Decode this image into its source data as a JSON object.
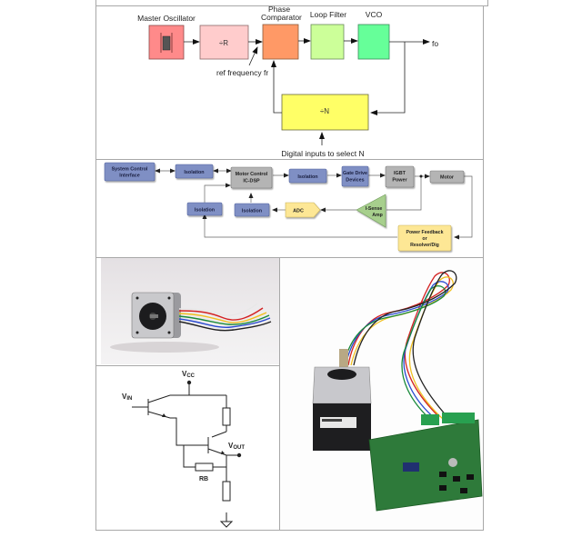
{
  "pll_diagram": {
    "blocks": {
      "master_oscillator": {
        "label": "Master Oscillator",
        "color": "#ff8a8a"
      },
      "divide_r": {
        "label": "÷R",
        "color": "#ffcccc"
      },
      "phase_comparator": {
        "label_line1": "Phase",
        "label_line2": "Comparator",
        "color": "#ff9966"
      },
      "loop_filter": {
        "label": "Loop Filter",
        "color": "#ccff99"
      },
      "vco": {
        "label": "VCO",
        "color": "#66ff99"
      },
      "divide_n": {
        "label": "÷N",
        "color": "#ffff66"
      }
    },
    "ref_frequency_label": "ref frequency fr",
    "output_label": "fo",
    "digital_inputs_label": "Digital inputs to select N"
  },
  "motor_control_diagram": {
    "colors": {
      "blue": "#7f8fc4",
      "gray": "#b4b4b4",
      "yellow": "#fde795",
      "green": "#a7cf8d"
    },
    "system_control_interface": {
      "line1": "System Control",
      "line2": "Interface"
    },
    "isolation_1": "Isolation",
    "motor_control_dsp": {
      "line1": "Motor Control",
      "line2": "IC-DSP"
    },
    "isolation_2": "Isolation",
    "gate_drive": {
      "line1": "Gate Drive",
      "line2": "Devices"
    },
    "igbt_power": {
      "line1": "IGBT",
      "line2": "Power"
    },
    "motor": "Motor",
    "isolation_3": "Isolation",
    "isolation_4": "Isolation",
    "adc": "ADC",
    "i_sense_amp": {
      "line1": "I-Sense",
      "line2": "Amp"
    },
    "power_feedback": {
      "line1": "Power Feedback",
      "line2": "or",
      "line3": "Resolver/Dig"
    }
  },
  "circuit_diagram": {
    "vcc_label": "V",
    "vcc_sub": "CC",
    "vin_label": "V",
    "vin_sub": "IN",
    "vout_label": "V",
    "vout_sub": "OUT",
    "rb_label": "RB"
  },
  "photos": {
    "stepper_motor_photo": "stepper motor with colored wires",
    "motor_with_driver_board_photo": "stepper motor connected to driver board"
  }
}
